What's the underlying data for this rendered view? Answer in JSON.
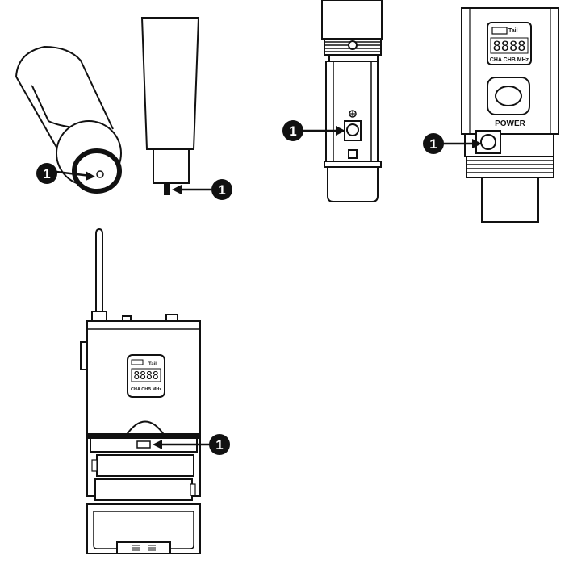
{
  "diagram": {
    "callouts": [
      {
        "id": "a",
        "number": "1"
      },
      {
        "id": "b",
        "number": "1"
      },
      {
        "id": "c",
        "number": "1"
      },
      {
        "id": "d",
        "number": "1"
      },
      {
        "id": "e",
        "number": "1"
      }
    ],
    "handheld_receiver": {
      "power_label": "POWER",
      "lcd_digits": "8888",
      "lcd_footer": "CHA CHB MHz",
      "signal_label": "Tail"
    },
    "bodypack": {
      "lcd_digits": "8888",
      "lcd_footer": "CHA CHB MHz",
      "signal_label": "Tail"
    },
    "colors": {
      "line": "#111111",
      "fill": "#ffffff",
      "callout": "#111111"
    }
  }
}
